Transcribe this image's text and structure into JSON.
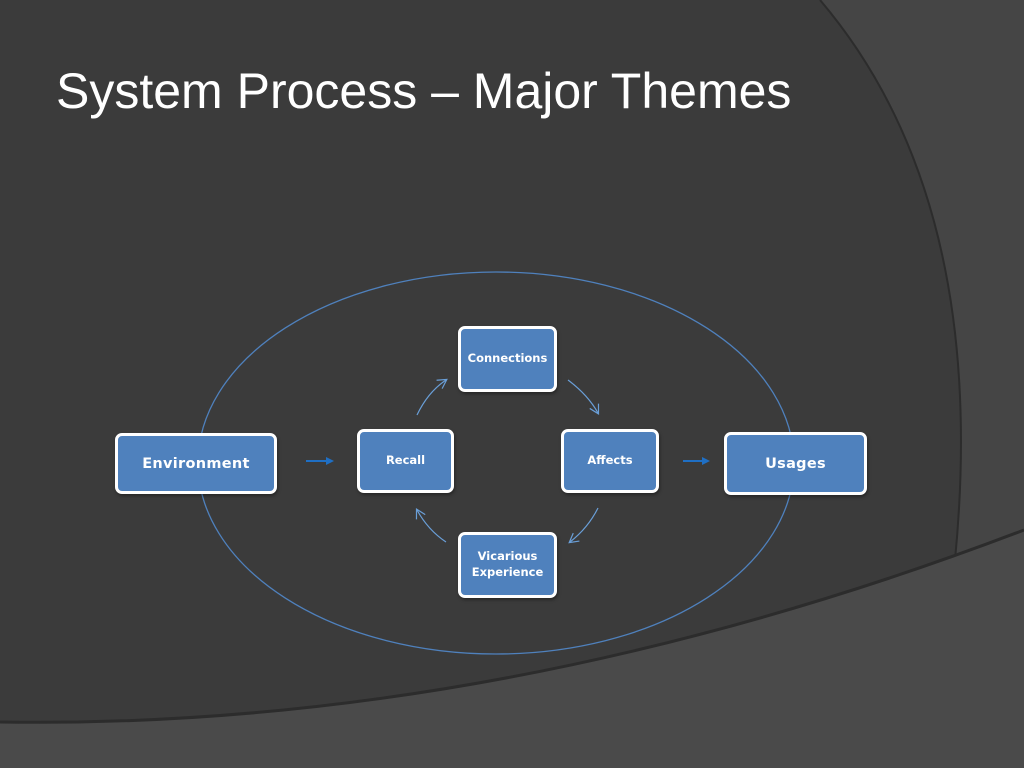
{
  "slide": {
    "title": "System Process – Major Themes"
  },
  "diagram": {
    "nodes": {
      "environment": "Environment",
      "recall": "Recall",
      "connections": "Connections",
      "affects": "Affects",
      "vicarious_experience": "Vicarious Experience",
      "usages": "Usages"
    },
    "edges": [
      {
        "from": "environment",
        "to": "recall"
      },
      {
        "from": "recall",
        "to": "connections"
      },
      {
        "from": "connections",
        "to": "affects"
      },
      {
        "from": "affects",
        "to": "vicarious_experience"
      },
      {
        "from": "vicarious_experience",
        "to": "recall"
      },
      {
        "from": "affects",
        "to": "usages"
      }
    ]
  },
  "colors": {
    "background": "#3b3b3b",
    "node_fill": "#4f81bd",
    "node_border": "#ffffff",
    "ellipse_stroke": "#4f81bd",
    "arrow": "#4f81bd",
    "title_text": "#ffffff"
  }
}
